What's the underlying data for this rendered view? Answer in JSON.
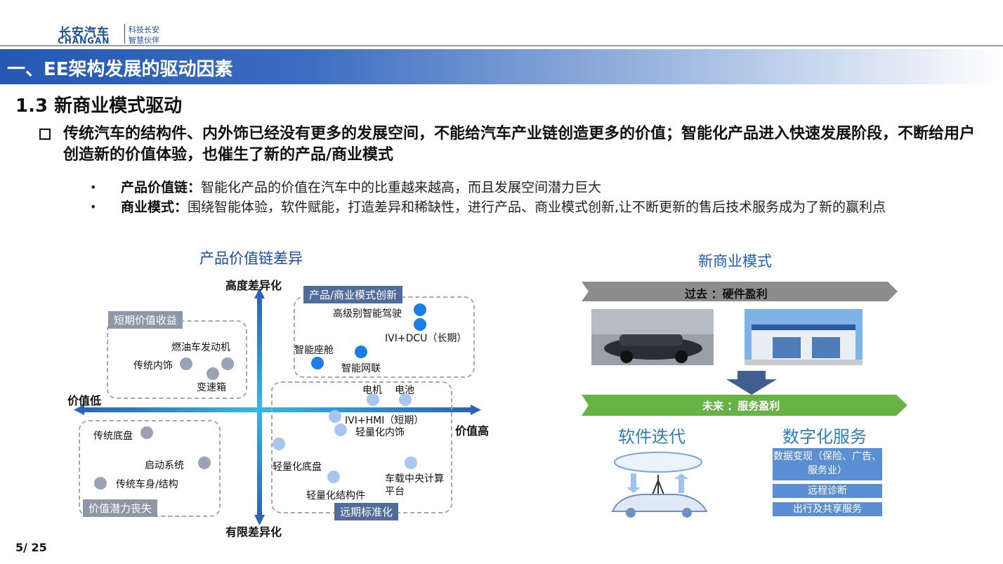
{
  "header": {
    "logo_cn": "长安汽车",
    "logo_en": "CHANGAN",
    "slogan_line1": "科技长安",
    "slogan_line2": "智慧伙伴"
  },
  "banner_title": "一、EE架构发展的驱动因素",
  "subtitle": "1.3 新商业模式驱动",
  "main_point": "传统汽车的结构件、内外饰已经没有更多的发展空间，不能给汽车产业链创造更多的价值；智能化产品进入快速发展阶段，不断给用户创造新的价值体验，也催生了新的产品/商业模式",
  "bullets": {
    "value_chain_label": "产品价值链：",
    "value_chain_text": "智能化产品的价值在汽车中的比重越来越高，而且发展空间潜力巨大",
    "business_label": "商业模式：",
    "business_text": "围绕智能体验，软件赋能，打造差异和稀缺性，进行产品、商业模式创新,让不断更新的售后技术服务成为了新的赢利点"
  },
  "left_chart": {
    "title": "产品价值链差异",
    "axis_top": "高度差异化",
    "axis_bottom": "有限差异化",
    "axis_left": "价值低",
    "axis_right": "价值高",
    "quadrant_tags": {
      "top_left": "短期价值收益",
      "top_right": "产品/商业模式创新",
      "bottom_left": "价值潜力丧失",
      "bottom_right": "远期标准化"
    },
    "items": {
      "adas": "高级别智能驾驶",
      "ivi_dcu": "IVI+DCU（长期）",
      "seat": "智能座舱",
      "connect": "智能网联",
      "engine": "燃油车发动机",
      "interior": "传统内饰",
      "gearbox": "变速箱",
      "motor": "电机",
      "battery": "电池",
      "ivi_hmi": "IVI+HMI（短期）",
      "light_interior": "轻量化内饰",
      "light_chassis": "轻量化底盘",
      "light_struct": "轻量化结构件",
      "central": "车载中央计算平台",
      "chassis": "传统底盘",
      "starter": "启动系统",
      "body": "传统车身/结构"
    },
    "colors": {
      "grey": "#9aa3b3",
      "blue": "#1a7ee8",
      "light_blue": "#a9c7ee",
      "tag": "#8d97a7",
      "tag_dark": "#4f6c9a"
    }
  },
  "right_panel": {
    "title": "新商业模式",
    "past": "过去 ：硬件盈利",
    "future": "未来 ：服务盈利",
    "software": "软件迭代",
    "digital": "数字化服务",
    "services": [
      "数据变现（保险、广告、服务业）",
      "远程诊断",
      "出行及共享服务"
    ],
    "colors": {
      "arrow": "#8c8c8c",
      "green": "#67b346",
      "service_box": "#5b8fd4"
    }
  },
  "page_number": "5/ 25"
}
